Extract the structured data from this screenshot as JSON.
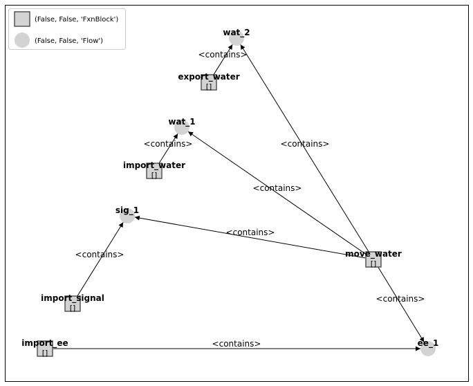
{
  "legend": {
    "items": [
      {
        "label": "(False, False, 'FxnBlock')",
        "shape": "square"
      },
      {
        "label": "(False, False, 'Flow')",
        "shape": "circle"
      }
    ]
  },
  "colors": {
    "node_fill": "#d3d3d3",
    "fxn_stroke": "#555555",
    "edge": "#000000"
  },
  "nodes": [
    {
      "id": "wat_2",
      "label": "wat_2",
      "type": "Flow",
      "sub": ""
    },
    {
      "id": "export_water",
      "label": "export_water",
      "type": "FxnBlock",
      "sub": "[]"
    },
    {
      "id": "wat_1",
      "label": "wat_1",
      "type": "Flow",
      "sub": ""
    },
    {
      "id": "import_water",
      "label": "import_water",
      "type": "FxnBlock",
      "sub": "[]"
    },
    {
      "id": "sig_1",
      "label": "sig_1",
      "type": "Flow",
      "sub": ""
    },
    {
      "id": "move_water",
      "label": "move_water",
      "type": "FxnBlock",
      "sub": "[]"
    },
    {
      "id": "import_signal",
      "label": "import_signal",
      "type": "FxnBlock",
      "sub": "[]"
    },
    {
      "id": "import_ee",
      "label": "import_ee",
      "type": "FxnBlock",
      "sub": "[]"
    },
    {
      "id": "ee_1",
      "label": "ee_1",
      "type": "Flow",
      "sub": ""
    }
  ],
  "edges": [
    {
      "from": "export_water",
      "to": "wat_2",
      "label": "<contains>"
    },
    {
      "from": "move_water",
      "to": "wat_2",
      "label": "<contains>"
    },
    {
      "from": "import_water",
      "to": "wat_1",
      "label": "<contains>"
    },
    {
      "from": "move_water",
      "to": "wat_1",
      "label": "<contains>"
    },
    {
      "from": "move_water",
      "to": "sig_1",
      "label": "<contains>"
    },
    {
      "from": "import_signal",
      "to": "sig_1",
      "label": "<contains>"
    },
    {
      "from": "move_water",
      "to": "ee_1",
      "label": "<contains>"
    },
    {
      "from": "import_ee",
      "to": "ee_1",
      "label": "<contains>"
    }
  ]
}
